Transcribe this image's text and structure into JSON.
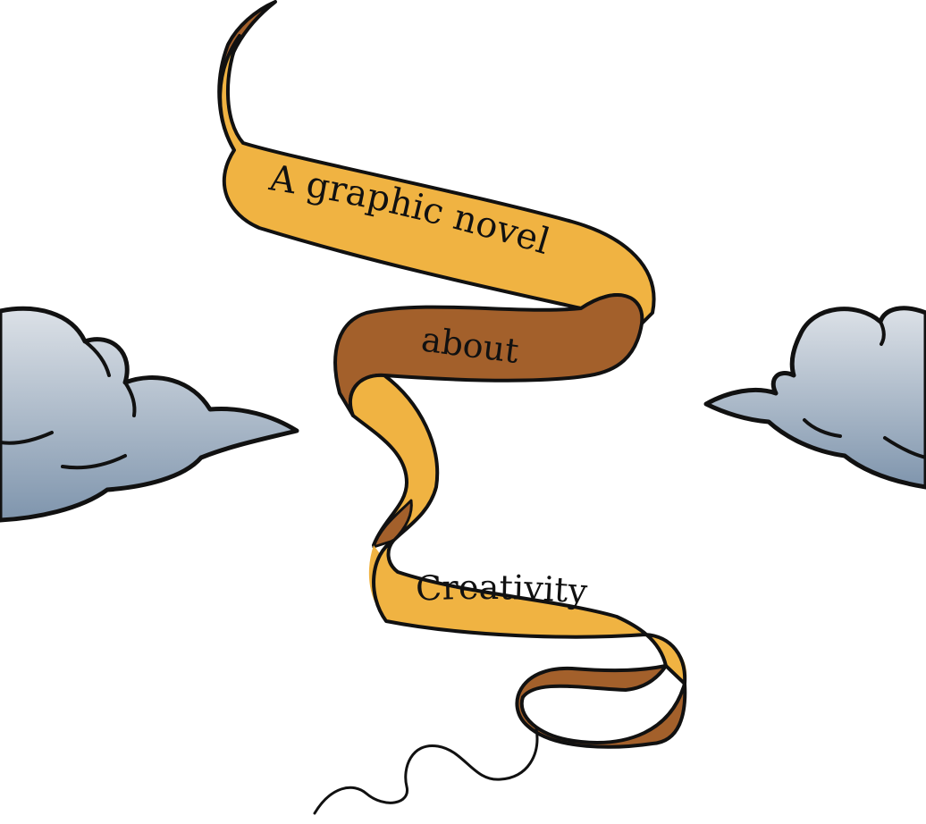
{
  "banner": {
    "line1": "A graphic novel",
    "line2": "about",
    "line3": "Creativity"
  },
  "colors": {
    "ribbon_front": "#F0B342",
    "ribbon_back": "#A3602B",
    "outline": "#111111",
    "cloud_top": "#DCE1E7",
    "cloud_bottom": "#7F95AD"
  }
}
